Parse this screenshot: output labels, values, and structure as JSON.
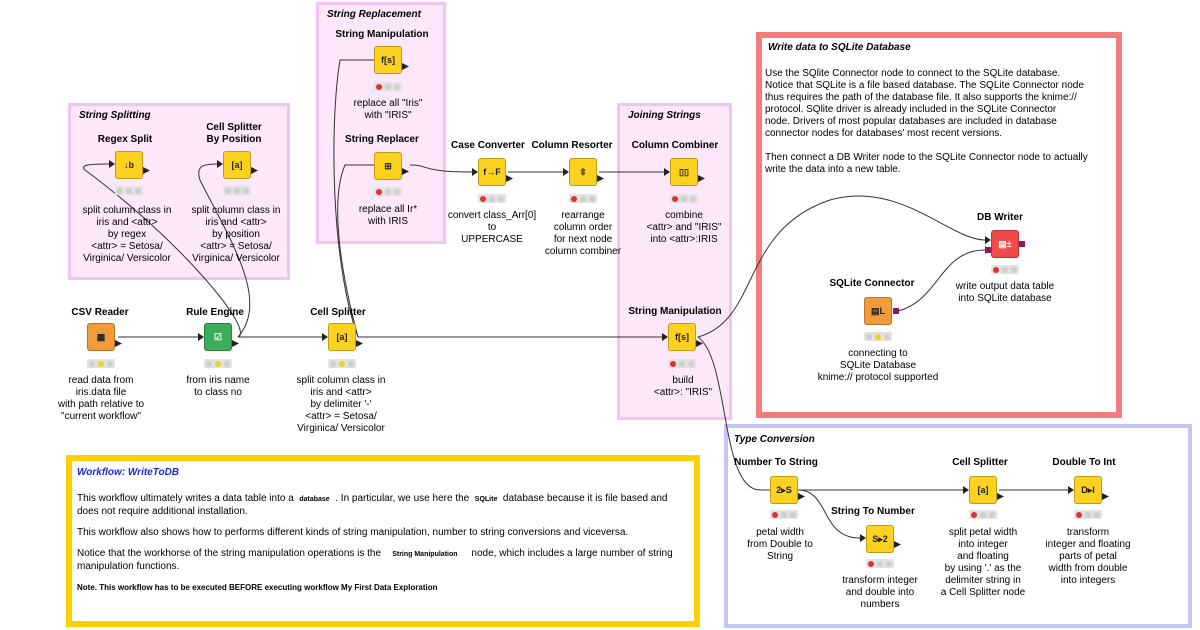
{
  "annotations": {
    "string_splitting": "String Splitting",
    "string_replacement": "String Replacement",
    "joining_strings": "Joining Strings",
    "sqlite": {
      "title": "Write data to SQLite Database",
      "body": "Use the SQlite Connector node to connect to the SQLite database.\nNotice that SQLite is a file based database. The SQLite Connector node\nthus requires the path of the database file. It also supports the knime://\nprotocol. SQlite driver is already included in the SQLite Connector\nnode. Drivers of most popular databases are included in database\nconnector nodes for databases' most recent versions.\n\nThen connect a DB Writer node to the SQLite Connector node to actually\nwrite the data into a new table."
    },
    "type_conversion": "Type Conversion",
    "workflow": {
      "title": "Workflow: WriteToDB",
      "p1_a": "This workflow ultimately writes a data table into a",
      "p1_db": "database",
      "p1_b": ". In particular, we use here the",
      "p1_sqlite": "SQLite",
      "p1_c": "database because it is file based and does not require additional installation.",
      "p2": "This workflow also shows how to performs different kinds of string manipulation, number to string conversions and viceversa.",
      "p3_a": "Notice that the workhorse of the string manipulation operations is the",
      "p3_node": "String Manipulation",
      "p3_b": "node, which includes a large number of string manipulation functions.",
      "note": "Note. This workflow has to be executed BEFORE executing workflow My First Data Exploration"
    }
  },
  "nodes": {
    "csv_reader": {
      "title": "CSV Reader",
      "glyph": "▦",
      "desc": "read data from\niris.data file\nwith path relative to\n\"current workflow\""
    },
    "rule_engine": {
      "title": "Rule Engine",
      "glyph": "☑",
      "desc": "from iris name\nto class no"
    },
    "cell_splitter_main": {
      "title": "Cell Splitter",
      "glyph": "[a]",
      "desc": "split column class in\niris  and  <attr>\nby delimiter '-'\n<attr> = Setosa/\nVirginica/ Versicolor"
    },
    "regex_split": {
      "title": "Regex Split",
      "glyph": "↓b",
      "desc": "split column class in\niris  and  <attr>\nby regex\n<attr> = Setosa/\nVirginica/ Versicolor"
    },
    "cell_splitter_pos": {
      "title": "Cell Splitter\nBy Position",
      "glyph": "[a]",
      "desc": "split column class in\niris  and  <attr>\nby position\n<attr> = Setosa/\nVirginica/ Versicolor"
    },
    "string_manip_top": {
      "title": "String Manipulation",
      "glyph": "f[s]",
      "desc": "replace all \"Iris\"\nwith \"IRIS\""
    },
    "string_replacer": {
      "title": "String Replacer",
      "glyph": "⊞",
      "desc": "replace all Ir*\nwith IRIS"
    },
    "case_converter": {
      "title": "Case Converter",
      "glyph": "f→F",
      "desc": "convert class_Arr[0]\nto\nUPPERCASE"
    },
    "column_resorter": {
      "title": "Column Resorter",
      "glyph": "⇳",
      "desc": "rearrange\ncolumn order\nfor next node\ncolumn combiner"
    },
    "column_combiner": {
      "title": "Column Combiner",
      "glyph": "▯▯",
      "desc": "combine\n<attr> and \"IRIS\"\ninto <attr>:IRIS"
    },
    "string_manip_build": {
      "title": "String Manipulation",
      "glyph": "f[s]",
      "desc": "build\n<attr>: \"IRIS\""
    },
    "db_writer": {
      "title": "DB Writer",
      "glyph": "▤±",
      "desc": "write output data table\ninto SQLite database"
    },
    "sqlite_connector": {
      "title": "SQLite Connector",
      "glyph": "▤L",
      "desc": "connecting to\nSQLite Database\nknime:// protocol supported"
    },
    "number_to_string": {
      "title": "Number To String",
      "glyph": "2▸S",
      "desc": "petal width\nfrom Double to\nString"
    },
    "string_to_number": {
      "title": "String To Number",
      "glyph": "S▸2",
      "desc": "transform integer\nand double into\nnumbers"
    },
    "cell_splitter_tc": {
      "title": "Cell Splitter",
      "glyph": "[a]",
      "desc": "split petal width\ninto integer\nand floating\nby using '.' as the\ndelimiter string in\na Cell Splitter node"
    },
    "double_to_int": {
      "title": "Double To Int",
      "glyph": "D▸I",
      "desc": "transform\ninteger and floating\nparts of petal\nwidth from double\ninto integers"
    }
  },
  "colors": {
    "yellow_node": "#fcd120",
    "orange_node": "#f29b3a",
    "green_node": "#3cac5a",
    "red_node": "#f24a4a",
    "wire": "#333333"
  }
}
